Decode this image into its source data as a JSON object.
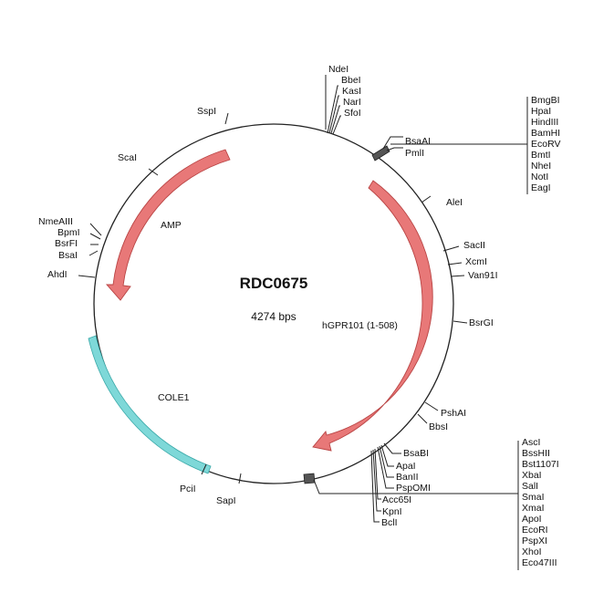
{
  "map": {
    "name": "RDC0675",
    "size": "4274 bps"
  },
  "features": [
    {
      "name": "AMP",
      "color": "#e87878",
      "type": "arrow"
    },
    {
      "name": "hGPR101 (1-508)",
      "color": "#e87878",
      "type": "arrow"
    },
    {
      "name": "COLE1",
      "color": "#7ed8d8",
      "type": "block"
    }
  ],
  "sites": {
    "top_cluster": [
      "NdeI",
      "BbeI",
      "KasI",
      "NarI",
      "SfoI"
    ],
    "mcs_top_near": [
      "BsaAI",
      "PmlI"
    ],
    "mcs_top_list": [
      "BmgBI",
      "HpaI",
      "HindIII",
      "BamHI",
      "EcoRV",
      "BmtI",
      "NheI",
      "NotI",
      "EagI"
    ],
    "right_side": [
      "AleI",
      "SacII",
      "XcmI",
      "Van91I",
      "BsrGI",
      "PshAI",
      "BbsI"
    ],
    "bottom_near": [
      "BsaBI",
      "ApaI",
      "BanII",
      "PspOMI",
      "Acc65I",
      "KpnI",
      "BclI"
    ],
    "mcs_bottom_list": [
      "AscI",
      "BssHII",
      "Bst1107I",
      "XbaI",
      "SalI",
      "SmaI",
      "XmaI",
      "ApoI",
      "EcoRI",
      "PspXI",
      "XhoI",
      "Eco47III"
    ],
    "left_side": [
      "SspI",
      "ScaI",
      "NmeAIII",
      "BpmI",
      "BsrFI",
      "BsaI",
      "AhdI",
      "PciI",
      "SapI"
    ]
  }
}
